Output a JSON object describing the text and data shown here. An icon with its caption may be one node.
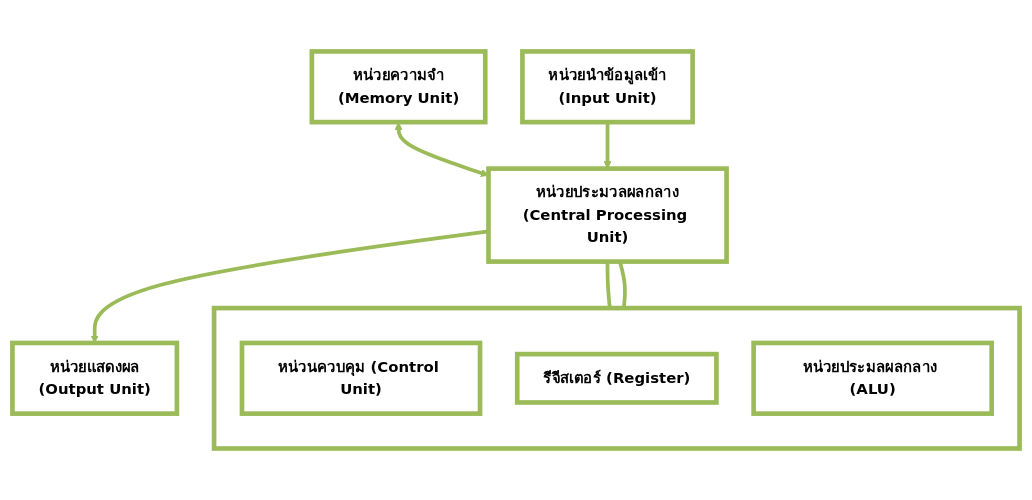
{
  "diagram": {
    "nodes": [
      {
        "text": [
          "หน่วยความจำ",
          "(Memory Unit)"
        ]
      },
      {
        "text": [
          "หน่วยนำข้อมูลเข้า",
          "(Input Unit)"
        ]
      },
      {
        "text": [
          "หน่วยประมวลผลกลาง",
          "(Central Processing Unit)"
        ]
      },
      {
        "text": [
          "หน่วยแสดงผล",
          "(Output Unit)"
        ]
      },
      {
        "text": [],
        "shape": "box"
      },
      {
        "text": [
          "หน่วนควบคุม (Control Unit)"
        ],
        "in": 4
      },
      {
        "text": [
          "รีจีสเตอร์ (Register)"
        ],
        "in": 4
      },
      {
        "text": [
          "หน่วยประมลผลกลาง (ALU)"
        ],
        "in": 4
      }
    ],
    "edges": [
      {
        "from": 0,
        "to": 2,
        "arrow": "both"
      },
      {
        "from": 1,
        "to": 2,
        "arrow": "to"
      },
      {
        "from": 2,
        "to": 3,
        "arrow": "to"
      },
      {
        "from": 2,
        "to": 4,
        "arrow": "none"
      },
      {
        "from": 2,
        "to": 4,
        "arrow": "none"
      }
    ]
  }
}
